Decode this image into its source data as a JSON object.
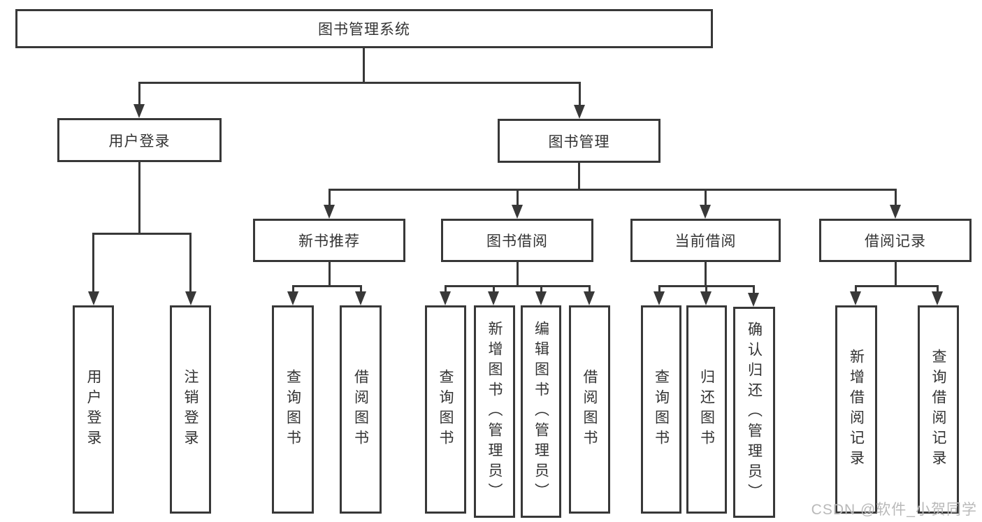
{
  "diagram": {
    "root": {
      "label": "图书管理系统"
    },
    "level2": [
      {
        "label": "用户登录"
      },
      {
        "label": "图书管理"
      }
    ],
    "level3": [
      {
        "label": "新书推荐"
      },
      {
        "label": "图书借阅"
      },
      {
        "label": "当前借阅"
      },
      {
        "label": "借阅记录"
      }
    ],
    "leaves": {
      "user_login": [
        "用户登录",
        "注销登录"
      ],
      "new_book": [
        "查询图书",
        "借阅图书"
      ],
      "book_borrow": [
        "查询图书",
        "新增图书（管理员）",
        "编辑图书（管理员）",
        "借阅图书"
      ],
      "current_borrow": [
        "查询图书",
        "归还图书",
        "确认归还（管理员）"
      ],
      "borrow_record": [
        "新增借阅记录",
        "查询借阅记录"
      ]
    }
  },
  "watermark": {
    "text": "CSDN @软件_小贺同学"
  },
  "colors": {
    "line": "#383838",
    "text": "#333333",
    "watermark": "#b9b9b9",
    "background": "#ffffff"
  }
}
